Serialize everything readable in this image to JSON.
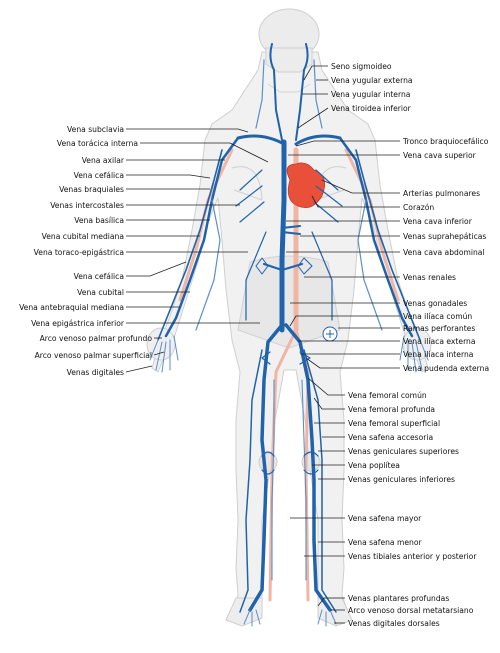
{
  "labels_left": [
    "Vena subclavia",
    "Vena torácica interna",
    "Vena axilar",
    "Vena cefálica",
    "Venas braquiales",
    "Venas intercostales",
    "Vena basílica",
    "Vena cubital mediana",
    "Vena toraco-epigástrica",
    "Vena cefálica",
    "Vena cubital",
    "Vena antebraquial mediana",
    "Vena epigástrica inferior",
    "Arco venoso palmar profundo",
    "Arco venoso palmar superficial",
    "Venas digitales"
  ],
  "labels_right": [
    "Seno sigmoideo",
    "Vena yugular externa",
    "Vena yugular interna",
    "Vena tiroidea inferior",
    "Tronco braquiocefálico",
    "Vena cava superior",
    "Arterias pulmonares",
    "Corazón",
    "Vena cava inferior",
    "Venas suprahepáticas",
    "Vena cava abdominal",
    "Venas renales",
    "Venas gonadales",
    "Vena ilíaca común",
    "Ramas perforantes",
    "Vena ilíaca externa",
    "Vena ilíaca interna",
    "Vena pudenda externa",
    "Vena femoral común",
    "Vena femoral profunda",
    "Vena femoral superficial",
    "Vena safena accesoria",
    "Venas geniculares superiores",
    "Vena poplítea",
    "Venas geniculares inferiores",
    "Vena safena mayor",
    "Vena safena menor",
    "Venas tibiales anterior y posterior",
    "Venas plantares profundas",
    "Arco venoso dorsal metatarsiano",
    "Venas digitales dorsales"
  ],
  "colors": {
    "vein": "#1f63ad",
    "heart": "#e8503a",
    "artery": "#f0b5a3",
    "body": "#f1f1f1"
  }
}
